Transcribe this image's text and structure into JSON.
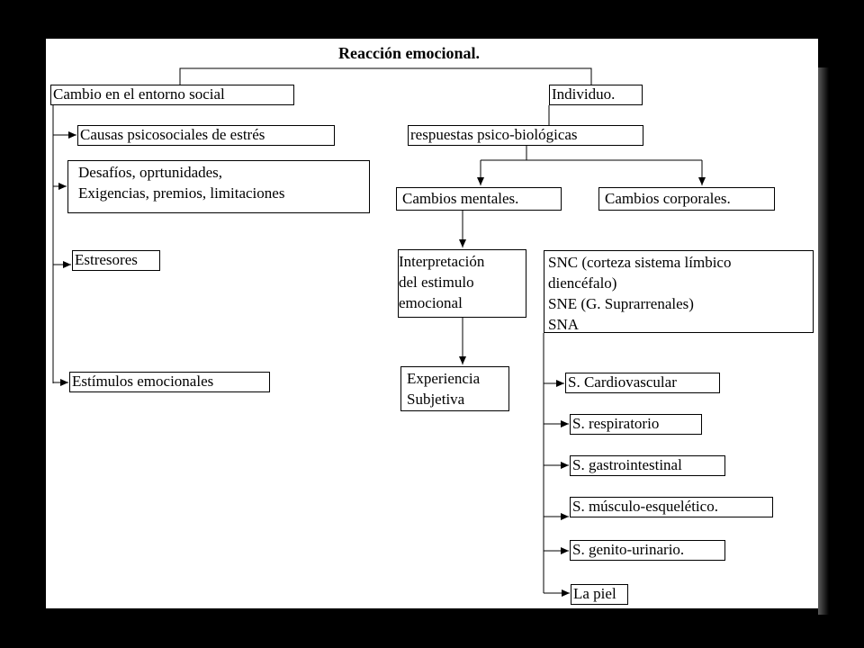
{
  "diagram": {
    "title": "Reacción emocional.",
    "left_branch": {
      "root": "Cambio en el entorno social",
      "items": [
        "Causas psicosociales de estrés",
        "Desafíos, oprtunidades,\nExigencias, premios, limitaciones",
        "Estresores",
        "Estímulos emocionales"
      ]
    },
    "right_branch": {
      "root": "Individuo.",
      "responses": "respuestas psico-biológicas",
      "mental": {
        "label": "Cambios mentales.",
        "interpretation": "Interpretación\ndel estimulo\nemocional",
        "experience": "Experiencia\n  Subjetiva"
      },
      "corporal": {
        "label": "Cambios corporales.",
        "systems": " SNC (corteza sistema límbico\n  diencéfalo)\nSNE (G. Suprarrenales)\n  SNA",
        "subsystems": [
          "S. Cardiovascular",
          "S. respiratorio",
          "S. gastrointestinal",
          "S. músculo-esquelético.",
          "S. genito-urinario.",
          "La piel"
        ]
      }
    }
  }
}
